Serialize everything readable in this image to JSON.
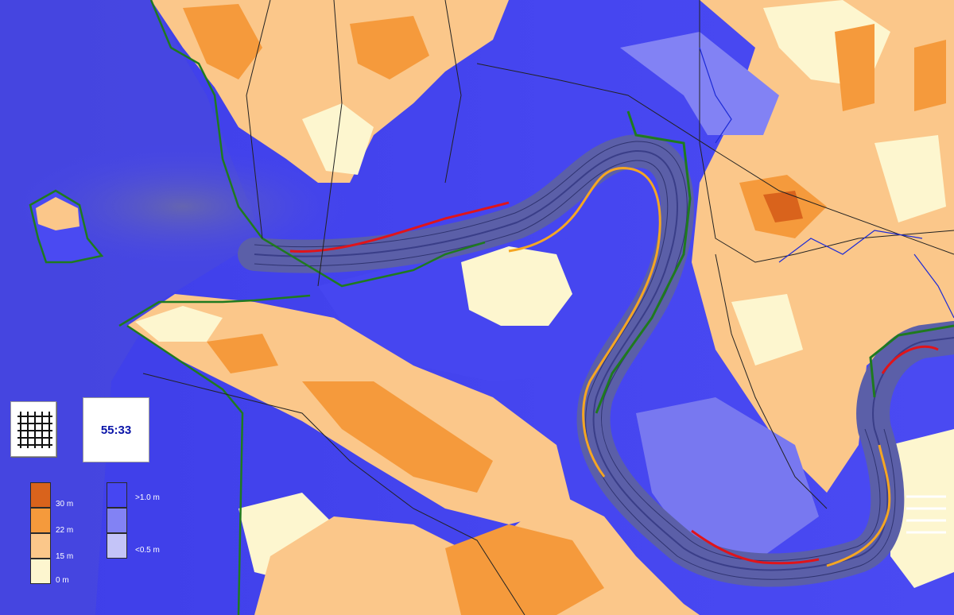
{
  "timer": {
    "value": "55:33",
    "color": "#0a14a8"
  },
  "controls": {
    "grid_icon": "grid-icon"
  },
  "legend_elevation": [
    {
      "label": "30 m",
      "color": "#d9631c"
    },
    {
      "label": "22 m",
      "color": "#f59a3c"
    },
    {
      "label": "15 m",
      "color": "#fbc78a"
    },
    {
      "label": "0 m",
      "color": "#fdf6cf"
    }
  ],
  "legend_depth": [
    {
      "label": ">1.0 m",
      "color": "#4646f2"
    },
    {
      "label": "",
      "color": "#8282f4"
    },
    {
      "label": "<0.5 m",
      "color": "#c4c4f8"
    }
  ],
  "colors": {
    "sea": "#4646f0",
    "deep_sea": "#5a5ad8",
    "river": "#5b5fa8",
    "levee_green": "#1f7a1f",
    "levee_orange": "#f5a623",
    "levee_red": "#e0141a",
    "roads": "#222222",
    "streams": "#1d2bd6"
  }
}
